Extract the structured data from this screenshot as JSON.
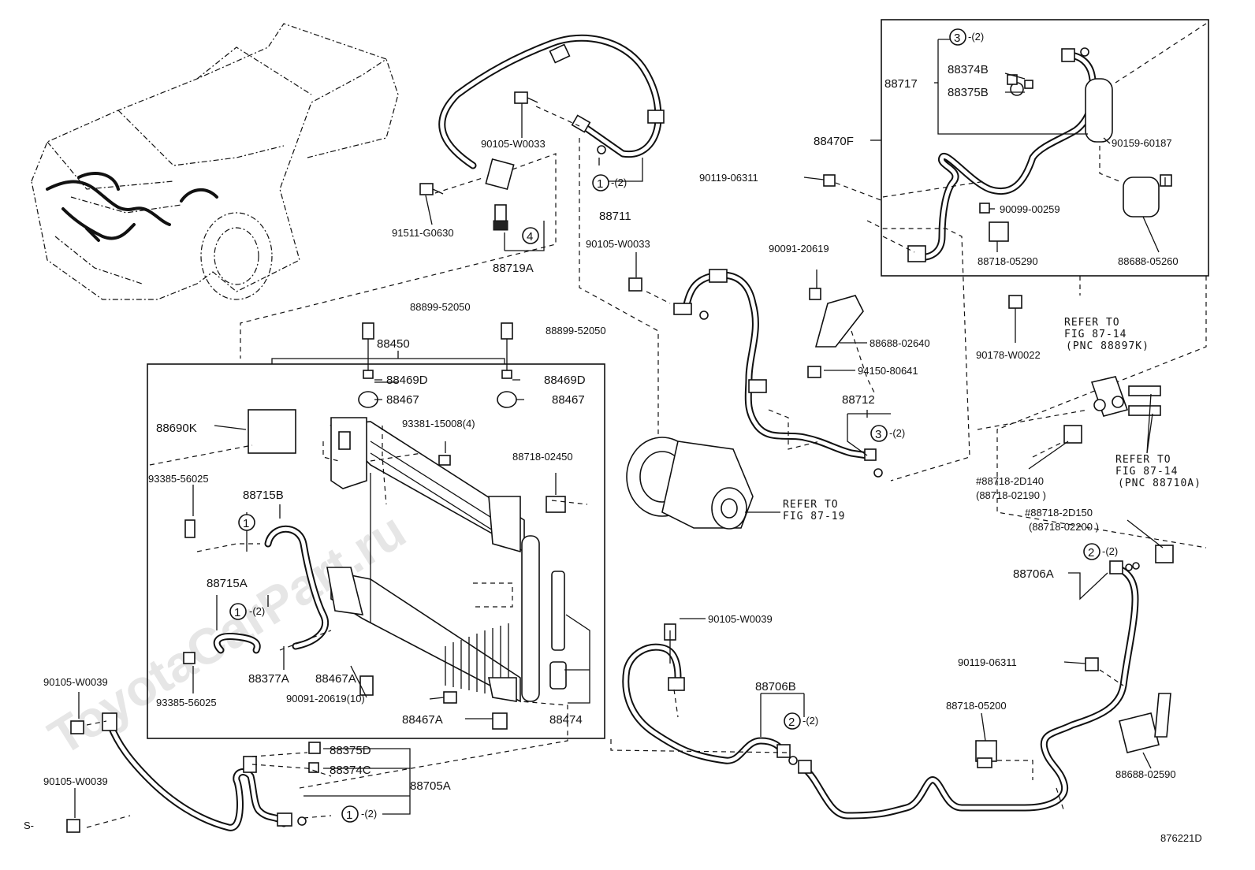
{
  "diagram_id": "876221D",
  "corner_mark": "S-",
  "watermark": "ToyotaCarPart.ru",
  "labels": {
    "p88711": "88711",
    "p90105_w0033_a": "90105-W0033",
    "p91511_g0630": "91511-G0630",
    "p88719a": "88719A",
    "p90105_w0033_b": "90105-W0033",
    "p88899_52050_a": "88899-52050",
    "p88899_52050_b": "88899-52050",
    "p88450": "88450",
    "p88469d_a": "88469D",
    "p88469d_b": "88469D",
    "p88467_a": "88467",
    "p88467_b": "88467",
    "p93381_15008": "93381-15008(4)",
    "p88690k": "88690K",
    "p93385_56025_a": "93385-56025",
    "p88715b": "88715B",
    "p88718_02450": "88718-02450",
    "p88715a": "88715A",
    "p88377a": "88377A",
    "p88467a_a": "88467A",
    "p90091_20619_10": "90091-20619(10)",
    "p93385_56025_b": "93385-56025",
    "p88467a_b": "88467A",
    "p88474": "88474",
    "p90105_w0039_a": "90105-W0039",
    "p90105_w0039_b": "90105-W0039",
    "p88375d": "88375D",
    "p88374c": "88374C",
    "p88705a": "88705A",
    "p88717": "88717",
    "p88374b": "88374B",
    "p88375b": "88375B",
    "p88470f": "88470F",
    "p90119_06311_a": "90119-06311",
    "p90159_60187": "90159-60187",
    "p90099_00259": "90099-00259",
    "p88718_05290": "88718-05290",
    "p88688_05260": "88688-05260",
    "p90091_20619": "90091-20619",
    "p88688_02640": "88688-02640",
    "p94150_80641": "94150-80641",
    "p88712": "88712",
    "p90178_w0022": "90178-W0022",
    "p88718_2d140": "#88718-2D140",
    "p88718_02190": "(88718-02190  )",
    "p88718_2d150": "#88718-2D150",
    "p88718_02200": "(88718-02200  )",
    "p88706a": "88706A",
    "p90105_w0039_c": "90105-W0039",
    "p88706b": "88706B",
    "p90119_06311_b": "90119-06311",
    "p88718_05200": "88718-05200",
    "p88688_02590": "88688-02590"
  },
  "refer": {
    "r1_l1": "REFER TO",
    "r1_l2": "FIG 87-14",
    "r1_l3": "(PNC 88897K)",
    "r2_l1": "REFER TO",
    "r2_l2": "FIG 87-14",
    "r2_l3": "(PNC 88710A)",
    "r3_l1": "REFER TO",
    "r3_l2": "FIG 87-19"
  },
  "callouts": {
    "c1": "1",
    "c1q": "-(2)",
    "c3": "3",
    "c3q": "-(2)",
    "c4": "4",
    "c1b": "1",
    "c1c": "1",
    "c1cq": "-(2)",
    "c1d": "1",
    "c1dq": "-(2)",
    "c3b": "3",
    "c3bq": "-(2)",
    "c2a": "2",
    "c2aq": "-(2)",
    "c2b": "2",
    "c2bq": "-(2)"
  }
}
